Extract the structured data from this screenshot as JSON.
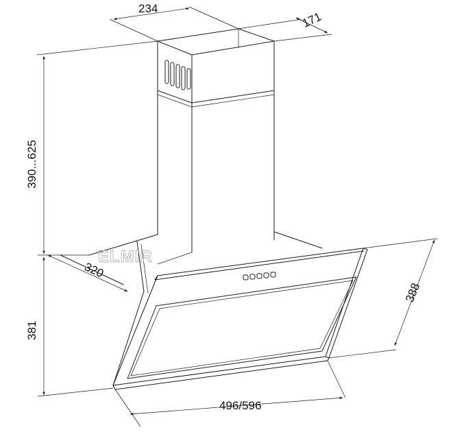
{
  "dimensions": {
    "chimney_width": "234",
    "chimney_depth": "171",
    "chimney_height": "390...625",
    "hood_depth": "320",
    "hood_height": "381",
    "hood_width": "496/596",
    "glass_height": "388"
  },
  "watermark": {
    "text": "ELMIR"
  },
  "colors": {
    "line": "#1a1a1a",
    "watermark": "#b0b0b0",
    "background": "#ffffff"
  }
}
